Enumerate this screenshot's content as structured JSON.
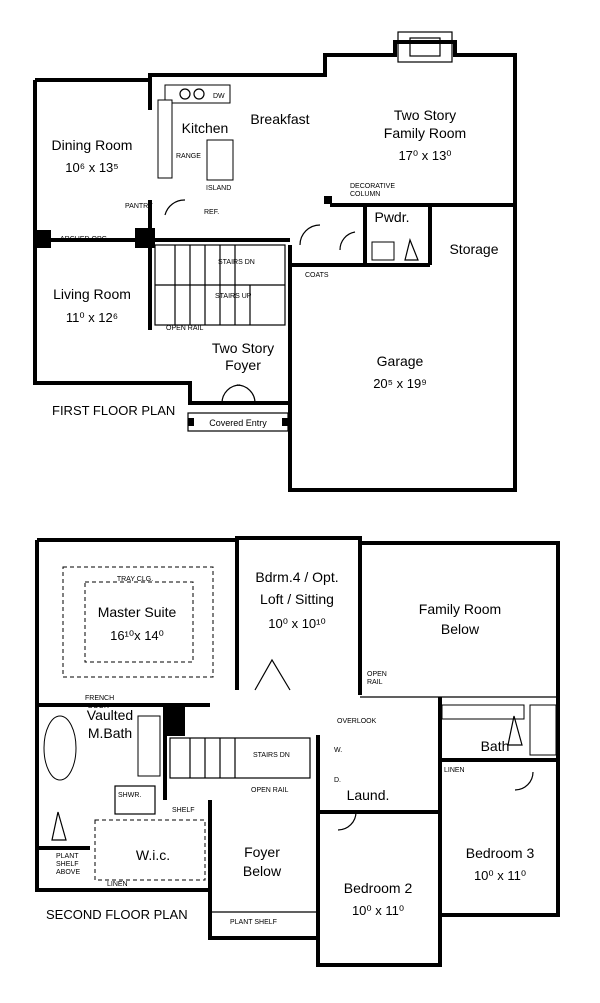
{
  "first_floor": {
    "title": "FIRST FLOOR PLAN",
    "rooms": {
      "dining_room": {
        "name": "Dining Room",
        "dims": "10⁶ x 13⁵"
      },
      "kitchen": {
        "name": "Kitchen"
      },
      "breakfast": {
        "name": "Breakfast"
      },
      "family_room": {
        "name_line1": "Two Story",
        "name_line2": "Family Room",
        "dims": "17⁰ x 13⁰"
      },
      "living_room": {
        "name": "Living Room",
        "dims": "11⁰ x 12⁶"
      },
      "pwdr": {
        "name": "Pwdr."
      },
      "storage": {
        "name": "Storage"
      },
      "foyer": {
        "name_line1": "Two Story",
        "name_line2": "Foyer"
      },
      "garage": {
        "name": "Garage",
        "dims": "20⁵ x 19⁹"
      }
    },
    "notes": {
      "dw": "DW",
      "range": "RANGE",
      "island": "ISLAND",
      "pantry": "PANTRY",
      "ref": "REF.",
      "arched_opg": "ARCHED OPG.",
      "decorative_column_1": "DECORATIVE",
      "decorative_column_2": "COLUMN",
      "coats": "COATS",
      "stairs_dn": "STAIRS DN",
      "stairs_up": "STAIRS UP",
      "open_rail": "OPEN RAIL",
      "covered_entry": "Covered Entry"
    }
  },
  "second_floor": {
    "title": "SECOND FLOOR PLAN",
    "rooms": {
      "master_suite": {
        "name": "Master Suite",
        "dims": "16¹⁰x 14⁰"
      },
      "bdrm4": {
        "line1": "Bdrm.4 / Opt.",
        "line2": "Loft / Sitting",
        "dims": "10⁰ x 10¹⁰"
      },
      "family_room_below": {
        "line1": "Family Room",
        "line2": "Below"
      },
      "vaulted_mbath": {
        "line1": "Vaulted",
        "line2": "M.Bath"
      },
      "bath": {
        "name": "Bath"
      },
      "laund": {
        "name": "Laund."
      },
      "wic": {
        "name": "W.i.c."
      },
      "foyer_below": {
        "line1": "Foyer",
        "line2": "Below"
      },
      "bedroom2": {
        "name": "Bedroom 2",
        "dims": "10⁰ x 11⁰"
      },
      "bedroom3": {
        "name": "Bedroom 3",
        "dims": "10⁰ x 11⁰"
      }
    },
    "notes": {
      "tray_clg": "TRAY CLG.",
      "french_door_1": "FRENCH",
      "french_door_2": "DOOR",
      "open_rail": "OPEN RAIL",
      "open_rail_right_1": "OPEN",
      "open_rail_right_2": "RAIL",
      "overlook": "OVERLOOK",
      "stairs_dn": "STAIRS DN",
      "shwr": "SHWR.",
      "shelf": "SHELF",
      "linen": "LINEN",
      "linen_bath": "LINEN",
      "plant_shelf_above_1": "PLANT",
      "plant_shelf_above_2": "SHELF",
      "plant_shelf_above_3": "ABOVE",
      "plant_shelf": "PLANT SHELF",
      "w": "W.",
      "d": "D."
    }
  }
}
